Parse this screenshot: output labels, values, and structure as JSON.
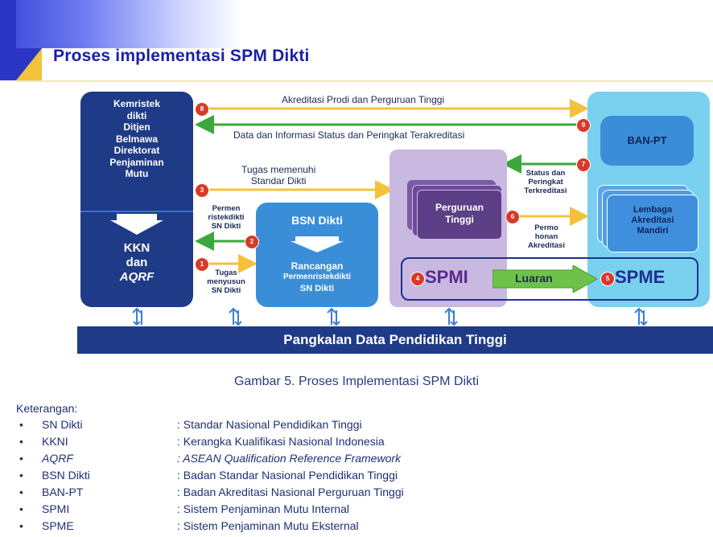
{
  "title": "Proses implementasi SPM Dikti",
  "diagram": {
    "left_box_lines": [
      "Kemristek",
      "dikti",
      "Ditjen",
      "Belmawa",
      "Direktorat",
      "Penjaminan",
      "Mutu"
    ],
    "kkn_lines": [
      "KKN",
      "dan",
      "AQRF"
    ],
    "bsn_title": "BSN Dikti",
    "bsn_sub_lines": [
      "Rancangan",
      "Permenristekdikti",
      "SN Dikti"
    ],
    "pt_lines": [
      "Perguruan",
      "Tinggi"
    ],
    "banpt": "BAN-PT",
    "lam_lines": [
      "Lembaga",
      "Akreditasi",
      "Mandiri"
    ],
    "spmi": "SPMI",
    "luaran": "Luaran",
    "spme": "SPME",
    "pangkalan": "Pangkalan Data Pendidikan Tinggi",
    "arrow_akreditasi": "Akreditasi Prodi dan Perguruan Tinggi",
    "arrow_data": "Data dan Informasi Status dan Peringkat Terakreditasi",
    "arrow_tugas_lines": [
      "Tugas memenuhi",
      "Standar Dikti"
    ],
    "arrow_permen_lines": [
      "Permen",
      "ristekdikti",
      "SN Dikti"
    ],
    "arrow_tugas2_lines": [
      "Tugas",
      "menyusun",
      "SN Dikti"
    ],
    "arrow_status_lines": [
      "Status dan",
      "Peringkat",
      "Terkreditasi"
    ],
    "arrow_permohonan_lines": [
      "Permo",
      "honan",
      "Akreditasi"
    ],
    "numbers": [
      "8",
      "9",
      "3",
      "2",
      "1",
      "7",
      "6",
      "4",
      "5"
    ]
  },
  "caption": "Gambar 5. Proses Implementasi SPM Dikti",
  "keterangan_label": "Keterangan:",
  "bullet": "•",
  "keterangan": [
    {
      "term": "SN Dikti",
      "def": ": Standar Nasional Pendidikan Tinggi"
    },
    {
      "term": "KKNI",
      "def": ": Kerangka Kualifikasi Nasional Indonesia"
    },
    {
      "term": "AQRF",
      "def": ": ASEAN Qualification Reference Framework"
    },
    {
      "term": "BSN Dikti",
      "def": ": Badan Standar Nasional Pendidikan Tinggi"
    },
    {
      "term": "BAN-PT",
      "def": ": Badan Akreditasi Nasional Perguruan Tinggi"
    },
    {
      "term": "SPMI",
      "def": ": Sistem Penjaminan Mutu Internal"
    },
    {
      "term": "SPME",
      "def": ": Sistem Penjaminan Mutu Eksternal"
    }
  ],
  "colors": {
    "title": "#1a1fa6",
    "dark_box": "#1f3b87",
    "mid_box": "#3a8ed8",
    "light_box": "#7ad0ef",
    "arrow": "#f3c23c",
    "arrow_green": "#3aa83a"
  }
}
